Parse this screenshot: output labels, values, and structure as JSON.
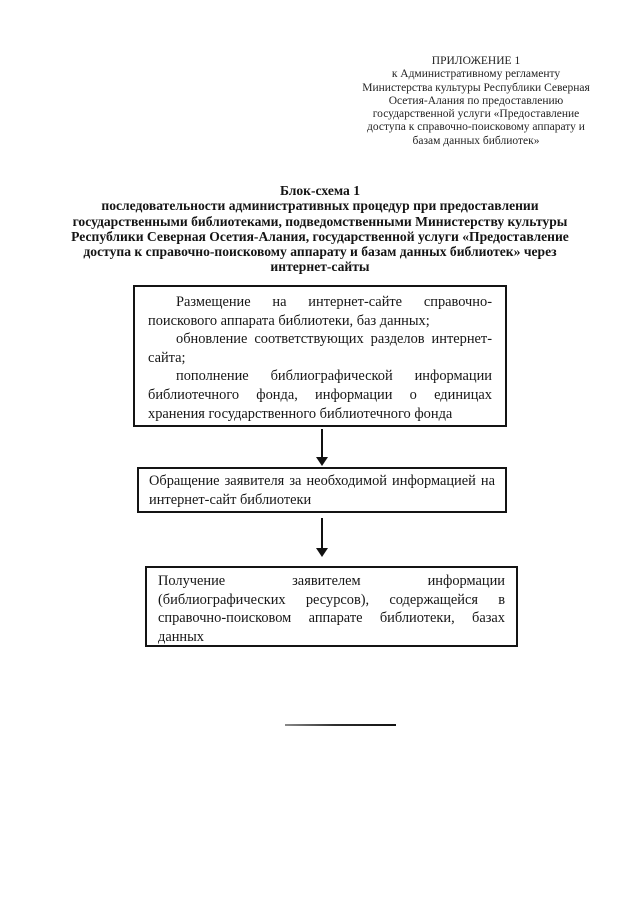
{
  "header": {
    "lines": [
      "ПРИЛОЖЕНИЕ 1",
      "к Административному регламенту",
      "Министерства культуры Республики Северная",
      "Осетия-Алания по предоставлению",
      "государственной услуги «Предоставление",
      "доступа к справочно-поисковому аппарату и",
      "базам данных библиотек»"
    ]
  },
  "title": {
    "heading": "Блок-схема 1",
    "subtitle": "последовательности административных процедур при предоставлении государственными библиотеками, подведомственными Министерству культуры Республики Северная Осетия-Алания, государственной услуги «Предоставление доступа к справочно-поисковому аппарату и базам данных библиотек» через интернет-сайты"
  },
  "flowchart": {
    "boxes": [
      {
        "paragraphs": [
          "Размещение на интернет-сайте справочно-поискового аппарата библиотеки, баз данных;",
          "обновление соответствующих разделов интернет-сайта;",
          "пополнение библиографической информации библиотечного фонда, информации о единицах хранения государственного библиотечного фонда"
        ]
      },
      {
        "paragraphs": [
          "Обращение заявителя за необходимой информацией на интернет-сайт библиотеки"
        ]
      },
      {
        "paragraphs": [
          "Получение заявителем информации (библиографических ресурсов), содержащейся в справочно-поисковом аппарате библиотеки, базах данных"
        ]
      }
    ]
  },
  "colors": {
    "ink": "#1a1a1a",
    "background": "#ffffff",
    "box_border": "#141414"
  }
}
